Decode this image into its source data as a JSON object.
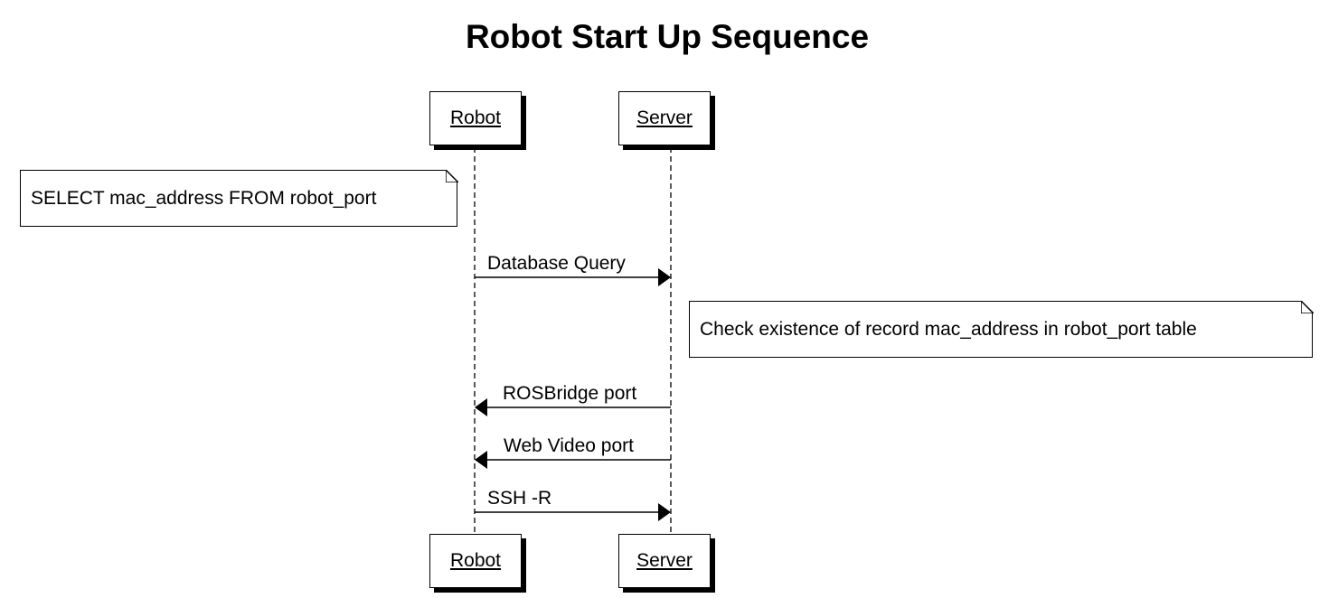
{
  "diagram": {
    "title": "Robot Start Up Sequence",
    "participants": [
      {
        "id": "robot",
        "label": "Robot"
      },
      {
        "id": "server",
        "label": "Server"
      }
    ],
    "notes": [
      {
        "over": "robot",
        "side": "left",
        "text": "SELECT mac_address FROM robot_port"
      },
      {
        "over": "server",
        "side": "right",
        "text": "Check existence of record mac_address in robot_port table"
      }
    ],
    "messages": [
      {
        "from": "robot",
        "to": "server",
        "label": "Database Query"
      },
      {
        "from": "server",
        "to": "robot",
        "label": "ROSBridge port"
      },
      {
        "from": "server",
        "to": "robot",
        "label": "Web Video port"
      },
      {
        "from": "robot",
        "to": "server",
        "label": "SSH -R"
      }
    ]
  }
}
